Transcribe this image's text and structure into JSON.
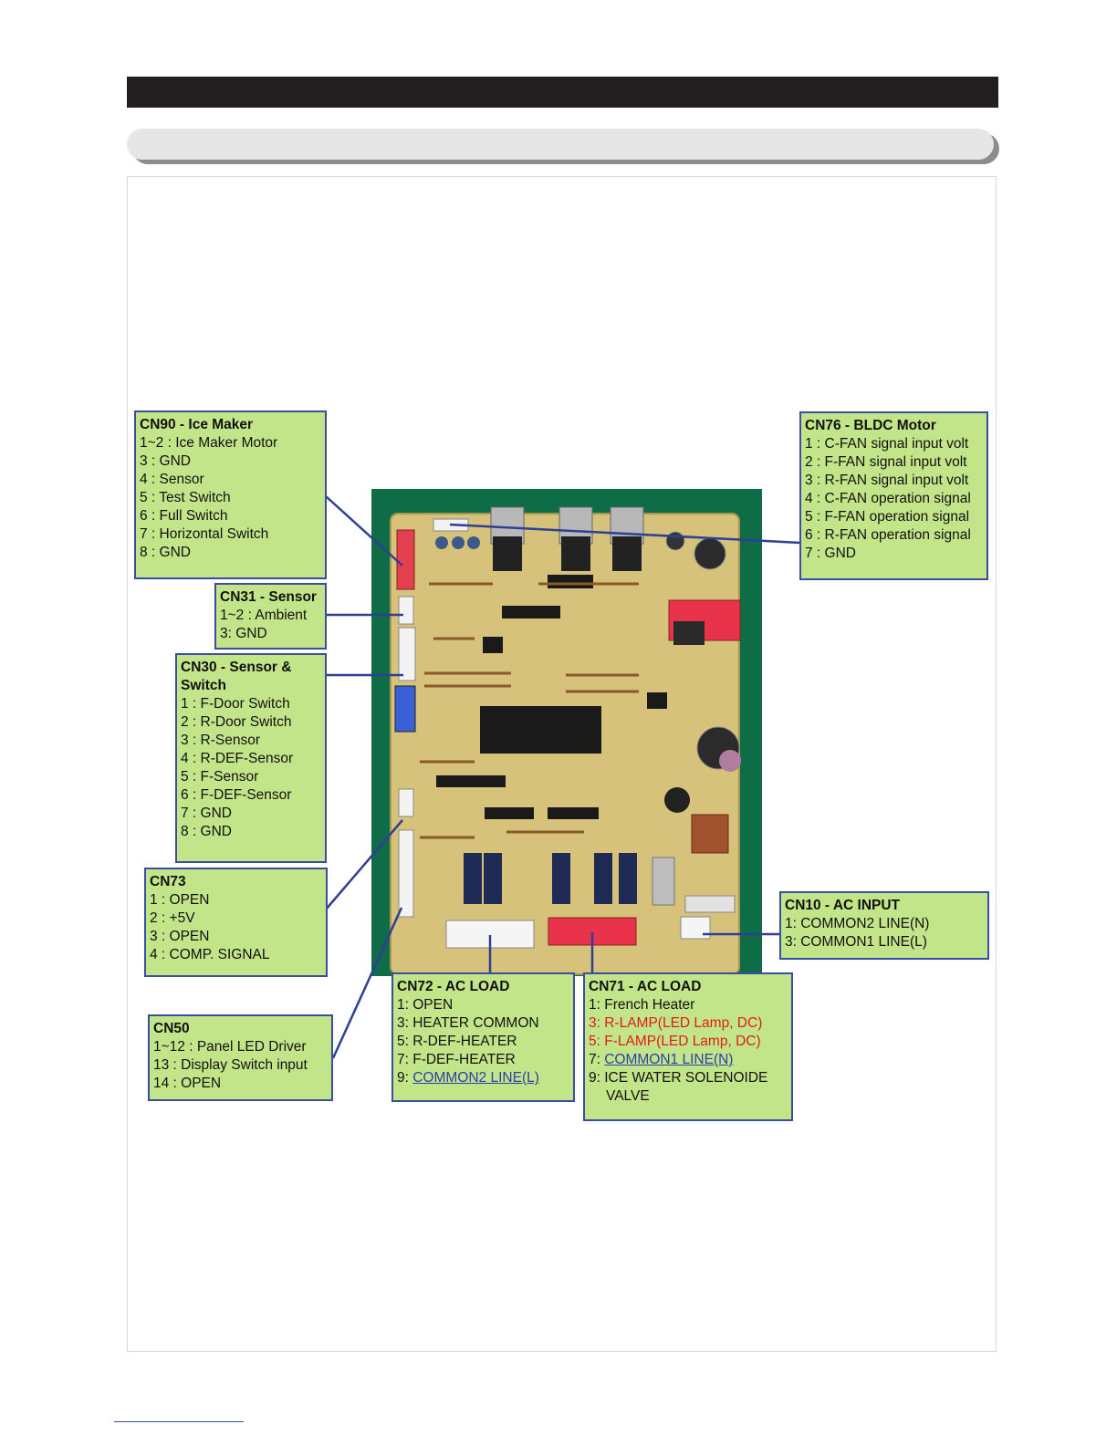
{
  "cn90": {
    "title": "CN90 - Ice Maker",
    "lines": [
      "1~2 : Ice Maker Motor",
      "3 : GND",
      "4 : Sensor",
      "5 : Test Switch",
      "6 : Full Switch",
      "7 : Horizontal Switch",
      "8 : GND"
    ]
  },
  "cn31": {
    "title": "CN31 - Sensor",
    "lines": [
      "1~2 : Ambient",
      "3:  GND"
    ]
  },
  "cn30": {
    "title_1": "CN30 - Sensor &",
    "title_2": "Switch",
    "lines": [
      "1 : F-Door Switch",
      "2 : R-Door Switch",
      "3 : R-Sensor",
      "4 : R-DEF-Sensor",
      "5 : F-Sensor",
      "6 : F-DEF-Sensor",
      "7 : GND",
      "8 : GND"
    ]
  },
  "cn73": {
    "title": "CN73",
    "lines": [
      "1 : OPEN",
      "2 : +5V",
      "3 : OPEN",
      "4 : COMP. SIGNAL"
    ]
  },
  "cn50": {
    "title": "CN50",
    "lines": [
      "1~12 : Panel LED Driver",
      "13 : Display Switch input",
      "14 : OPEN"
    ]
  },
  "cn72": {
    "title": "CN72 - AC LOAD",
    "lines": [
      "1: OPEN",
      "3: HEATER COMMON",
      "5: R-DEF-HEATER",
      "7: F-DEF-HEATER"
    ],
    "line_9_prefix": "9: ",
    "line_9_link": "COMMON2 LINE(L)"
  },
  "cn71": {
    "title": "CN71 - AC LOAD",
    "line_1": "1: French Heater",
    "line_3": "3: R-LAMP(LED Lamp, DC)",
    "line_5": "5: F-LAMP(LED Lamp, DC)",
    "line_7_prefix": "7: ",
    "line_7_link": "COMMON1 LINE(N)",
    "line_9a": "9: ICE WATER SOLENOIDE",
    "line_9b": "VALVE"
  },
  "cn76": {
    "title": "CN76 - BLDC Motor",
    "lines": [
      "1 : C-FAN signal input volt",
      "2 : F-FAN signal input volt",
      "3 : R-FAN signal input volt",
      "4 : C-FAN operation signal",
      "5 : F-FAN operation signal",
      "6 : R-FAN operation signal",
      "7 : GND"
    ]
  },
  "cn10": {
    "title": "CN10 - AC INPUT",
    "lines": [
      "1: COMMON2 LINE(N)",
      "3: COMMON1 LINE(L)"
    ]
  },
  "colors": {
    "label_fill": "#c3e58a",
    "label_border": "#3b4da0",
    "pcb_green": "#0e6d46",
    "pcb_board": "#d6c27a",
    "highlight_red": "#e01b1b"
  }
}
